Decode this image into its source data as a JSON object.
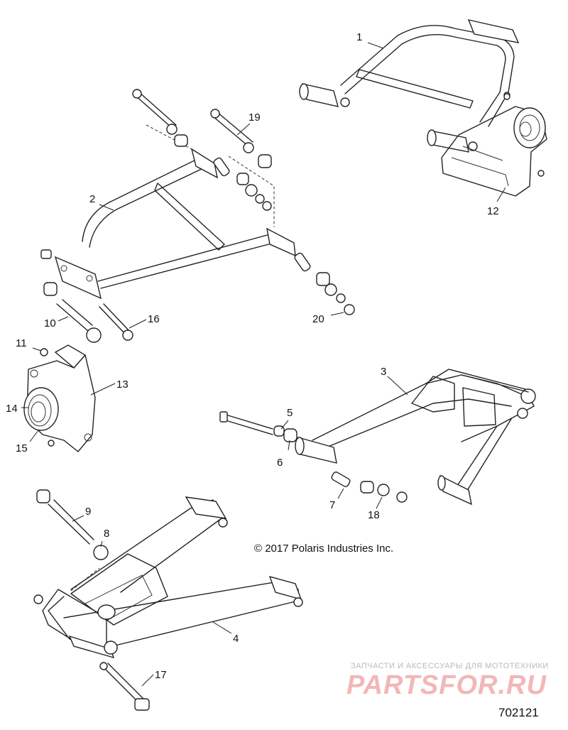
{
  "diagram": {
    "callouts": [
      {
        "id": "c1",
        "label": "1"
      },
      {
        "id": "c2",
        "label": "2"
      },
      {
        "id": "c3",
        "label": "3"
      },
      {
        "id": "c4",
        "label": "4"
      },
      {
        "id": "c5",
        "label": "5"
      },
      {
        "id": "c6",
        "label": "6"
      },
      {
        "id": "c7",
        "label": "7"
      },
      {
        "id": "c8",
        "label": "8"
      },
      {
        "id": "c9",
        "label": "9"
      },
      {
        "id": "c10",
        "label": "10"
      },
      {
        "id": "c11",
        "label": "11"
      },
      {
        "id": "c12",
        "label": "12"
      },
      {
        "id": "c13",
        "label": "13"
      },
      {
        "id": "c14",
        "label": "14"
      },
      {
        "id": "c15",
        "label": "15"
      },
      {
        "id": "c16",
        "label": "16"
      },
      {
        "id": "c17",
        "label": "17"
      },
      {
        "id": "c18",
        "label": "18"
      },
      {
        "id": "c19",
        "label": "19"
      },
      {
        "id": "c20",
        "label": "20"
      }
    ],
    "copyright": "© 2017 Polaris Industries Inc.",
    "document_id": "702121"
  },
  "watermark": {
    "tagline": "ЗАПЧАСТИ И АКСЕССУАРЫ ДЛЯ МОТОТЕХНИКИ",
    "brand": "PARTSFOR.RU",
    "color": "#e05050"
  }
}
